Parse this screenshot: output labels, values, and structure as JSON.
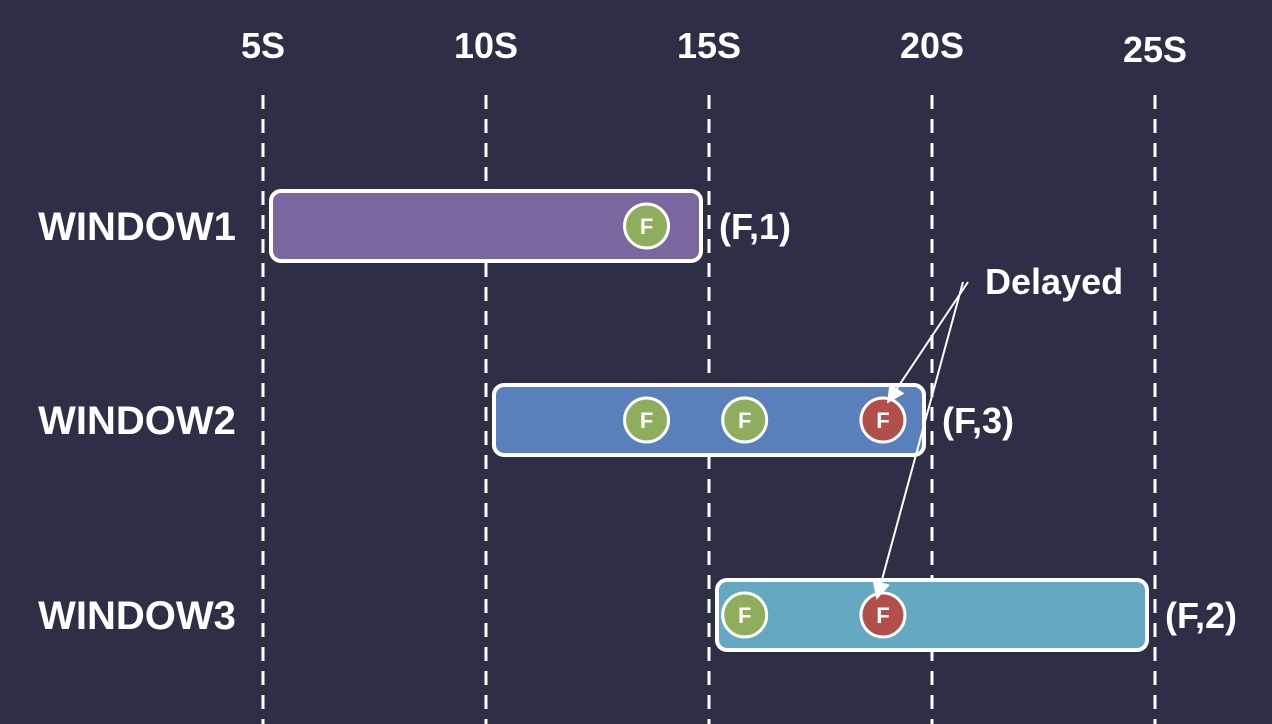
{
  "timeline": {
    "ticks": [
      {
        "label": "5S",
        "value": 5
      },
      {
        "label": "10S",
        "value": 10
      },
      {
        "label": "15S",
        "value": 15
      },
      {
        "label": "20S",
        "value": 20
      },
      {
        "label": "25S",
        "value": 25
      }
    ]
  },
  "windows": [
    {
      "label": "WINDOW1",
      "start": 5,
      "end": 15,
      "color": "#7b67a0",
      "result": "(F,1)",
      "events": [
        {
          "time": 13.6,
          "letter": "F",
          "status": "on-time"
        }
      ]
    },
    {
      "label": "WINDOW2",
      "start": 10,
      "end": 20,
      "color": "#5a80bb",
      "result": "(F,3)",
      "events": [
        {
          "time": 13.6,
          "letter": "F",
          "status": "on-time"
        },
        {
          "time": 15.8,
          "letter": "F",
          "status": "on-time"
        },
        {
          "time": 18.9,
          "letter": "F",
          "status": "delayed"
        }
      ]
    },
    {
      "label": "WINDOW3",
      "start": 15,
      "end": 25,
      "color": "#64a8c2",
      "result": "(F,2)",
      "events": [
        {
          "time": 15.8,
          "letter": "F",
          "status": "on-time"
        },
        {
          "time": 18.9,
          "letter": "F",
          "status": "delayed"
        }
      ]
    }
  ],
  "annotation": {
    "label": "Delayed"
  },
  "colors": {
    "on_time": "#8fae5d",
    "delayed": "#b24f4a",
    "outline": "#ffffff",
    "background": "#2d2f46"
  }
}
